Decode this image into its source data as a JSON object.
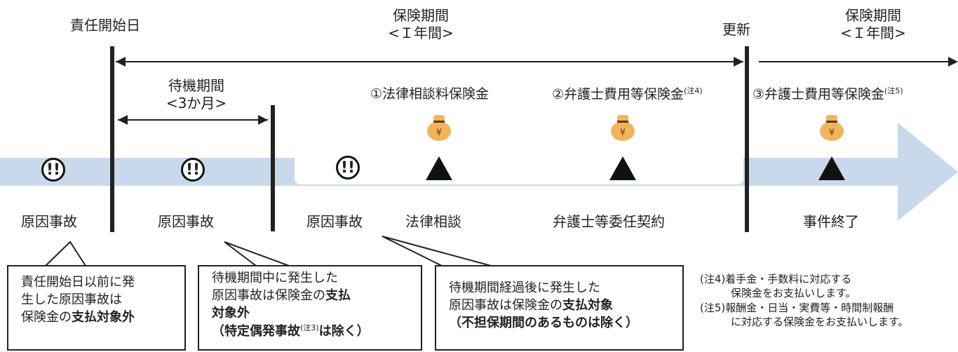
{
  "timeline": {
    "start_label": "責任開始日",
    "period_top": {
      "line1": "保険期間",
      "line2": "<Ｉ年間>"
    },
    "renewal_label": "更新",
    "period_next": {
      "line1": "保険期間",
      "line2": "<Ｉ年間>"
    },
    "waiting": {
      "line1": "待機期間",
      "line2": "<3か月>"
    }
  },
  "insurance": [
    {
      "label": "①法律相談料保険金",
      "note": ""
    },
    {
      "label": "②弁護士費用等保険金",
      "note": "(注4)"
    },
    {
      "label": "③弁護士費用等保険金",
      "note": "(注5)"
    }
  ],
  "events": [
    {
      "label": "原因事故"
    },
    {
      "label": "原因事故"
    },
    {
      "label": "原因事故"
    },
    {
      "label": "法律相談"
    },
    {
      "label": "弁護士等委任契約"
    },
    {
      "label": "事件終了"
    }
  ],
  "icons": {
    "alert": "!!",
    "money_bag": "¥"
  },
  "callouts": {
    "c1": {
      "l1": "責任開始日以前に発",
      "l2": "生した原因事故は",
      "l3a": "保険金の",
      "l3b": "支払対象外"
    },
    "c2": {
      "l1": "待機期間中に発生した",
      "l2a": "原因事故は保険金の",
      "l2b": "支払",
      "l3": "対象外",
      "l4a": "（特定偶発事故",
      "l4n": "(注3)",
      "l4b": "は除く）"
    },
    "c3": {
      "l1": "待機期間経過後に発生した",
      "l2a": "原因事故は保険金の",
      "l2b": "支払対象",
      "l3": "（不担保期間のあるものは除く）"
    }
  },
  "notes": {
    "n4a": "(注4)着手金・手数料に対応する",
    "n4b": "保険金をお支払いします。",
    "n5a": "(注5)報酬金・日当・実費等・時間制報酬",
    "n5b": "に対応する保険金をお支払いします。"
  },
  "colors": {
    "band": "#c9d9ec",
    "bag": "#f2b45a"
  }
}
